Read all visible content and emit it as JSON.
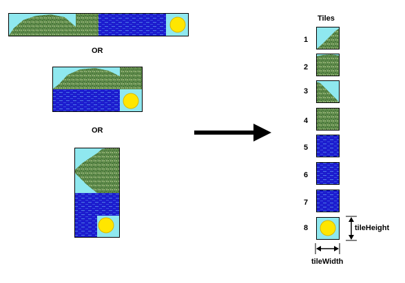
{
  "separators": [
    "OR",
    "OR"
  ],
  "tiles_panel": {
    "title": "Tiles",
    "numbers": [
      "1",
      "2",
      "3",
      "4",
      "5",
      "6",
      "7",
      "8"
    ],
    "tile_types": [
      "grass-slope-up",
      "grass",
      "grass-slope-down",
      "grass",
      "water",
      "water",
      "water",
      "water-sun"
    ]
  },
  "dimensions": {
    "height_label": "tileHeight",
    "width_label": "tileWidth"
  },
  "colors": {
    "sky": "#8fe8ef",
    "grass": "#5e8a4a",
    "grass_light": "#8fb070",
    "water": "#1c1ccf",
    "water_light": "#4d7ae8",
    "sun": "#ffe600",
    "border": "#000000"
  },
  "icons": {
    "arrow": "right-arrow-icon",
    "sun": "sun-icon"
  }
}
